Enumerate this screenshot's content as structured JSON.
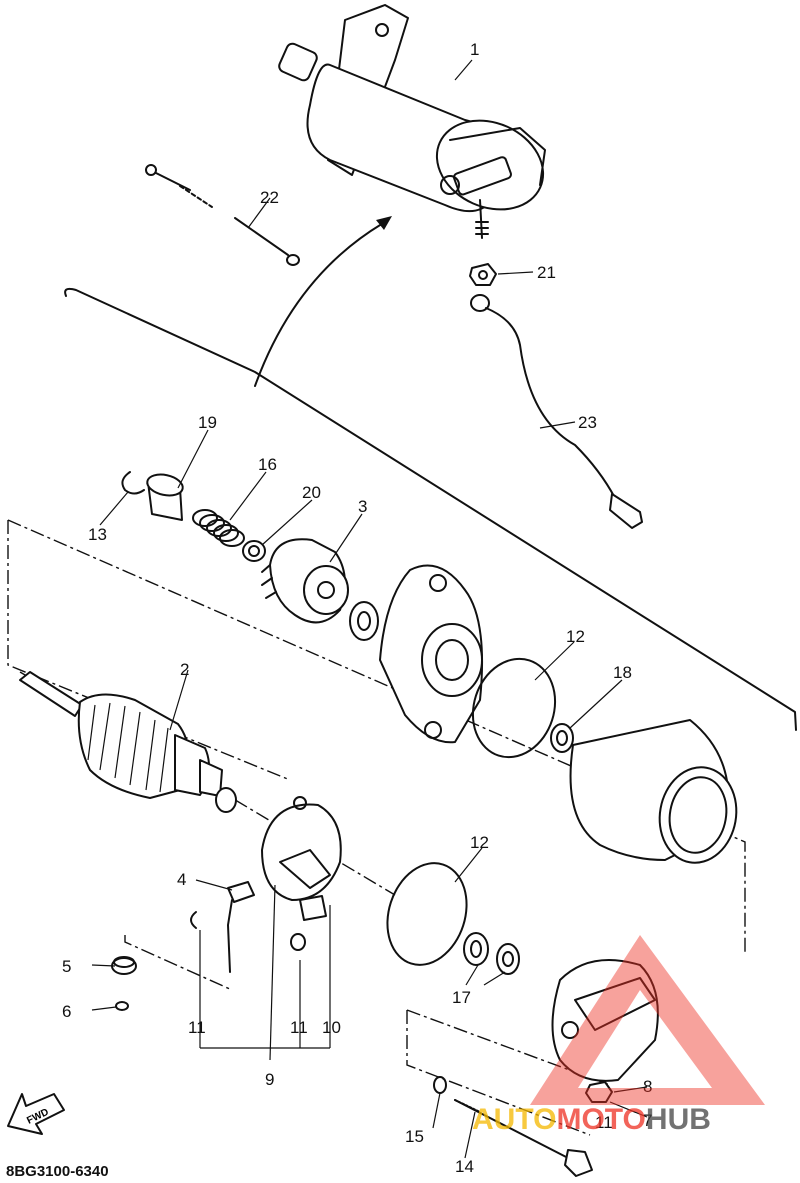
{
  "diagram": {
    "part_code": "8BG3100-6340",
    "fwd_label": "FWD",
    "callouts": [
      "1",
      "2",
      "3",
      "4",
      "5",
      "6",
      "7",
      "8",
      "9",
      "10",
      "11",
      "11",
      "11",
      "12",
      "12",
      "13",
      "14",
      "15",
      "16",
      "17",
      "18",
      "19",
      "20",
      "21",
      "22",
      "23"
    ]
  },
  "watermark": {
    "auto": "AUTO",
    "moto": "MOTO",
    "hub": "HUB",
    "colors": {
      "auto": "#f5b800",
      "moto": "#ee3124",
      "hub": "#444444"
    }
  }
}
